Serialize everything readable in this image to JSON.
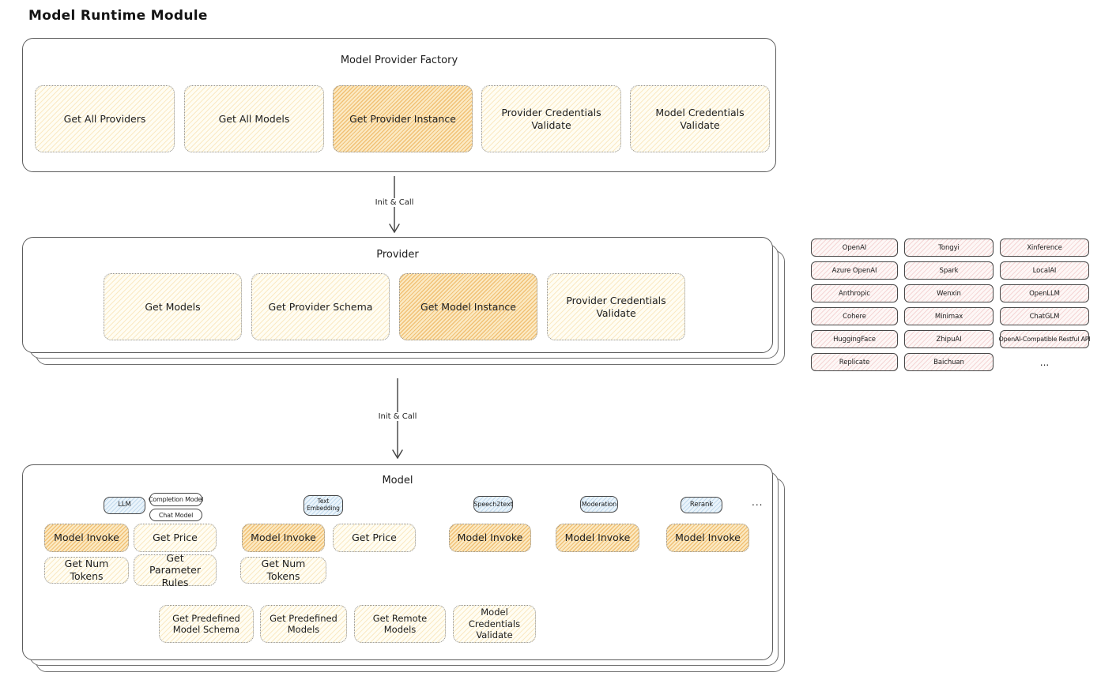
{
  "page_title": "Model Runtime Module",
  "colors": {
    "yellow_fill": "#fffdf3",
    "yellow_hatch": "#f0c36b",
    "orange_fill": "#fbe9c2",
    "orange_hatch": "#e9a038",
    "pink_fill": "#fdf7f6",
    "pink_hatch": "#e08080",
    "blue_fill": "#eaf4fb",
    "blue_hatch": "#76a8d2",
    "border_dark": "#474747",
    "text": "#1d1d1d"
  },
  "factory": {
    "title": "Model Provider Factory",
    "items": [
      {
        "label": "Get All Providers"
      },
      {
        "label": "Get All Models"
      },
      {
        "label": "Get Provider Instance"
      },
      {
        "label": "Provider Credentials Validate"
      },
      {
        "label": "Model Credentials Validate"
      }
    ]
  },
  "arrow1": {
    "label": "Init & Call"
  },
  "arrow2": {
    "label": "Init & Call"
  },
  "provider": {
    "title": "Provider",
    "items": [
      {
        "label": "Get Models"
      },
      {
        "label": "Get Provider Schema"
      },
      {
        "label": "Get Model Instance"
      },
      {
        "label": "Provider Credentials Validate"
      }
    ]
  },
  "provider_grid": {
    "items": [
      "OpenAI",
      "Tongyi",
      "Xinference",
      "Azure OpenAI",
      "Spark",
      "LocalAI",
      "Anthropic",
      "Wenxin",
      "OpenLLM",
      "Cohere",
      "Minimax",
      "ChatGLM",
      "HuggingFace",
      "ZhipuAI",
      "OpenAI-Compatible Restful API",
      "Replicate",
      "Baichuan"
    ],
    "more": "..."
  },
  "model": {
    "title": "Model",
    "tabs": {
      "llm": "LLM",
      "completion": "Completion Model",
      "chat": "Chat Model",
      "text_embedding": "Text Embedding",
      "speech2text": "Speech2text",
      "moderation": "Moderation",
      "rerank": "Rerank",
      "more": "..."
    },
    "llm_ops": [
      "Model Invoke",
      "Get Price",
      "Get Num Tokens",
      "Get Parameter Rules"
    ],
    "embedding_ops": [
      "Model Invoke",
      "Get Price",
      "Get Num Tokens"
    ],
    "speech2text_op": "Model Invoke",
    "moderation_op": "Model Invoke",
    "rerank_op": "Model Invoke",
    "bottom_ops": [
      "Get Predefined Model Schema",
      "Get Predefined Models",
      "Get Remote Models",
      "Model Credentials Validate"
    ]
  }
}
